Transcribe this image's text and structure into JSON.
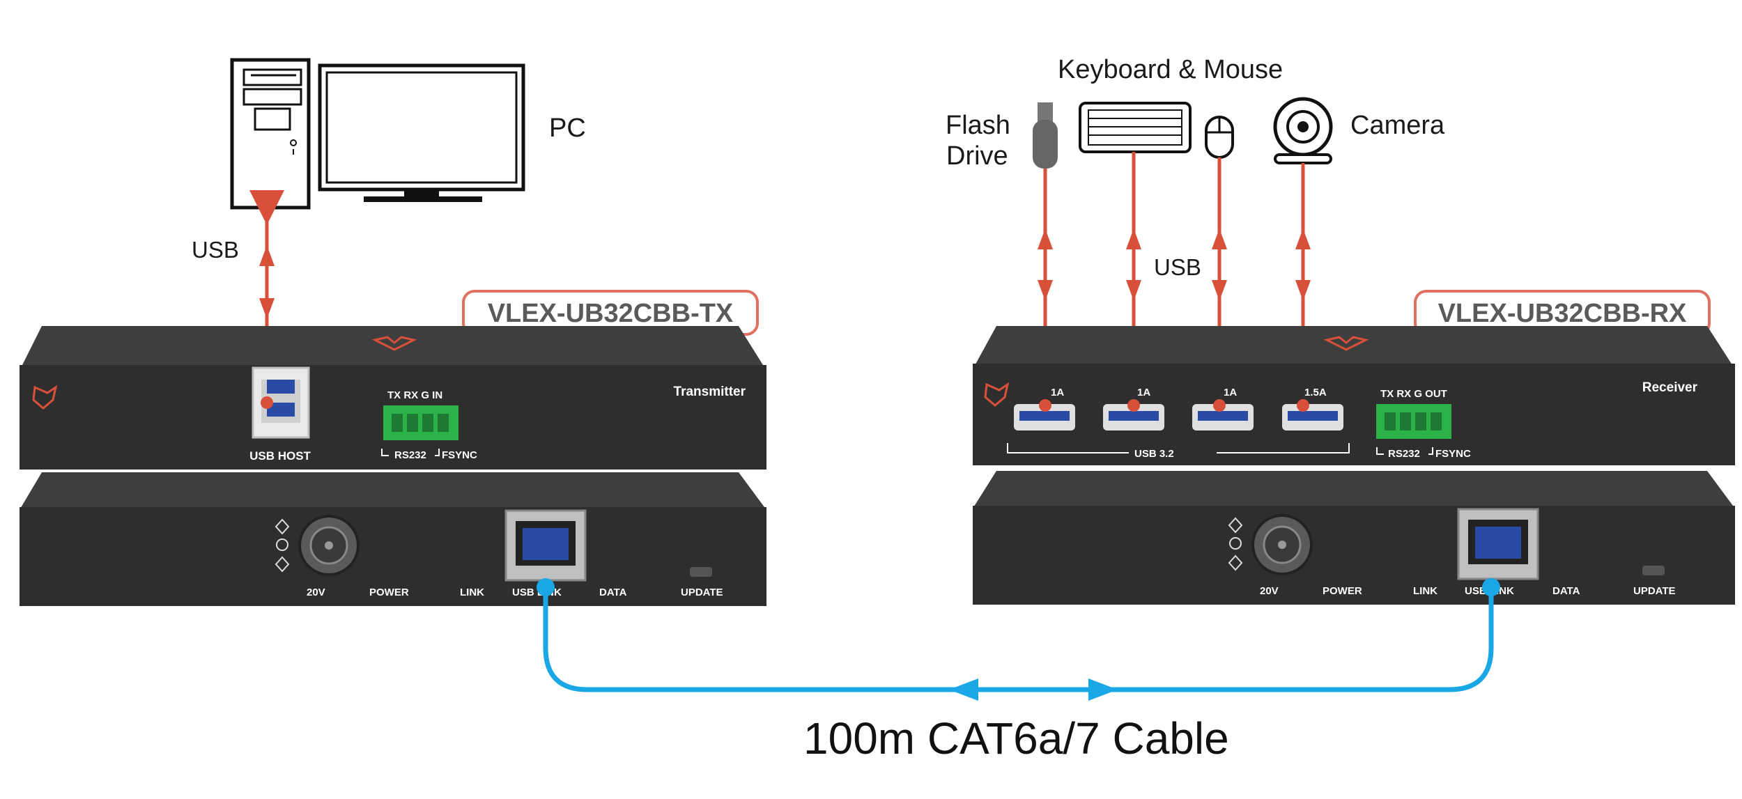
{
  "colors": {
    "usb_line": "#d9503a",
    "cable_line": "#1aa7e6",
    "model_border": "#e07060",
    "device_body": "#2e2e2e",
    "terminal_green": "#2bb34a",
    "usb_port_blue": "#2a4aa8"
  },
  "labels": {
    "pc": "PC",
    "tx_usb": "USB",
    "keyboard_mouse": "Keyboard & Mouse",
    "flash_drive_line1": "Flash",
    "flash_drive_line2": "Drive",
    "camera": "Camera",
    "rx_usb": "USB",
    "cable": "100m CAT6a/7 Cable"
  },
  "transmitter": {
    "model": "VLEX-UB32CBB-TX",
    "name": "Transmitter",
    "usb_host": "USB HOST",
    "terminal_pins": "TX RX  G   IN",
    "terminal_label": "RS232",
    "terminal_label2": "FSYNC",
    "rear": {
      "power_in": "20V",
      "power": "POWER",
      "link": "LINK",
      "usb_link": "USB LINK",
      "data": "DATA",
      "update": "UPDATE"
    }
  },
  "receiver": {
    "model": "VLEX-UB32CBB-RX",
    "name": "Receiver",
    "ports": [
      "1A",
      "1A",
      "1A",
      "1.5A"
    ],
    "usb_group": "USB 3.2",
    "terminal_pins": "TX RX  G OUT",
    "terminal_label": "RS232",
    "terminal_label2": "FSYNC",
    "rear": {
      "power_in": "20V",
      "power": "POWER",
      "link": "LINK",
      "usb_link": "USB LINK",
      "data": "DATA",
      "update": "UPDATE"
    }
  }
}
